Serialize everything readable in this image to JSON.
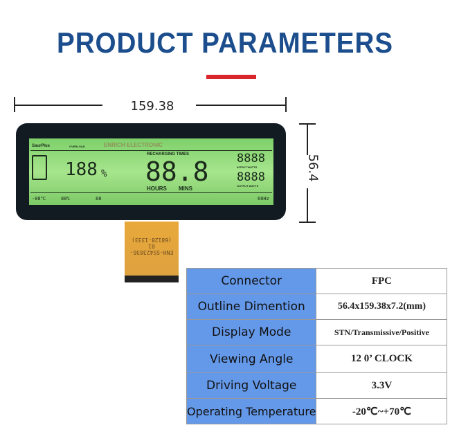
{
  "title": "PRODUCT  PARAMETERS",
  "dimensions": {
    "width": "159.38",
    "height": "56.4"
  },
  "lcd": {
    "brand": "SaurPlus",
    "overload": "OVERLOAD",
    "battery_pct": "188",
    "pct_sign": "%",
    "recharging": "RECHARGING TIMES",
    "time": "88.8",
    "hours": "HOURS",
    "mins": "MINS",
    "input_digits": "8888",
    "input_label": "INTPUT  WATTS",
    "output_digits": "8888",
    "output_label": "OUTPUT  WATTS",
    "temp": "-88℃",
    "humidity": "88%",
    "warn": "88",
    "hz": "60Hz",
    "watermark": "ENRICH ELECTRONIC"
  },
  "fpc": {
    "line1": "ENH-SS423036-01",
    "line2": "(68128-1333)"
  },
  "specs": [
    {
      "label": "Connector",
      "value": "FPC"
    },
    {
      "label": "Outline Dimention",
      "value": "56.4x159.38x7.2(mm)"
    },
    {
      "label": "Display Mode",
      "value": "STN/Transmissive/Positive"
    },
    {
      "label": "Viewing Angle",
      "value": "12 0’ CLOCK"
    },
    {
      "label": "Driving Voltage",
      "value": "3.3V"
    },
    {
      "label": "Operating Temperature",
      "value": "-20℃~+70℃"
    }
  ],
  "colors": {
    "title": "#1c4e8e",
    "accent_bar": "#d8262c",
    "spec_label_bg": "#6498e8",
    "lcd": "#a6e58c"
  }
}
